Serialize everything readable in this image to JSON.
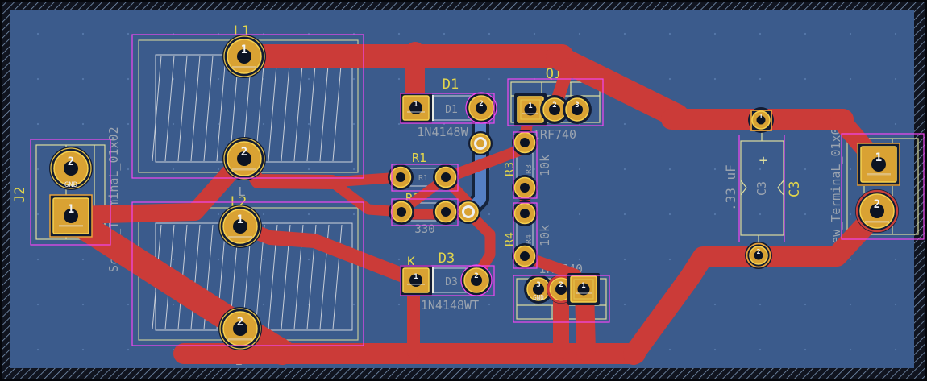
{
  "app": {
    "view": "pcb-layout-editor"
  },
  "colors": {
    "board_bg": "#3b5b8c",
    "copper_front": "#cb3b38",
    "copper_back": "#557fc4",
    "silkscreen": "#e3d64b",
    "fab_text": "#9ba4b0",
    "courtyard": "#f246f2",
    "pad_gold": "#d9a233",
    "edge_hatch": "#9fc0e8"
  },
  "pads": {
    "p1": "1",
    "p2": "2",
    "p3": "3",
    "gnd": "GND"
  },
  "components": {
    "l1": {
      "ref": "L1",
      "fab_ref": "L1",
      "value": "L"
    },
    "l2": {
      "ref": "L2",
      "value": "L"
    },
    "j2": {
      "ref": "J2",
      "footprint": "Screw_TerminaL_01x02"
    },
    "j1": {
      "footprint": "Screw_TerminaL_01x02"
    },
    "d1": {
      "ref": "D1",
      "fab_ref": "D1",
      "value": "1N4148W"
    },
    "d3": {
      "ref": "D3",
      "fab_ref": "D3",
      "value": "1N4148WT",
      "pin_label": "K"
    },
    "q1": {
      "ref": "Q1",
      "value": "IRF740"
    },
    "q2": {
      "value": "IRF740"
    },
    "r1": {
      "ref": "R1",
      "fab_ref": "R1"
    },
    "r2": {
      "ref": "R2",
      "fab_ref": "R2",
      "value": "330"
    },
    "r3": {
      "ref": "R3",
      "fab_ref": "R3",
      "value": "10k"
    },
    "r4": {
      "ref": "R4",
      "fab_ref": "R4",
      "value": "10k"
    },
    "c3": {
      "ref": "C3",
      "fab_ref": "C3",
      "value": ".33 uF",
      "polarity": "+"
    }
  }
}
